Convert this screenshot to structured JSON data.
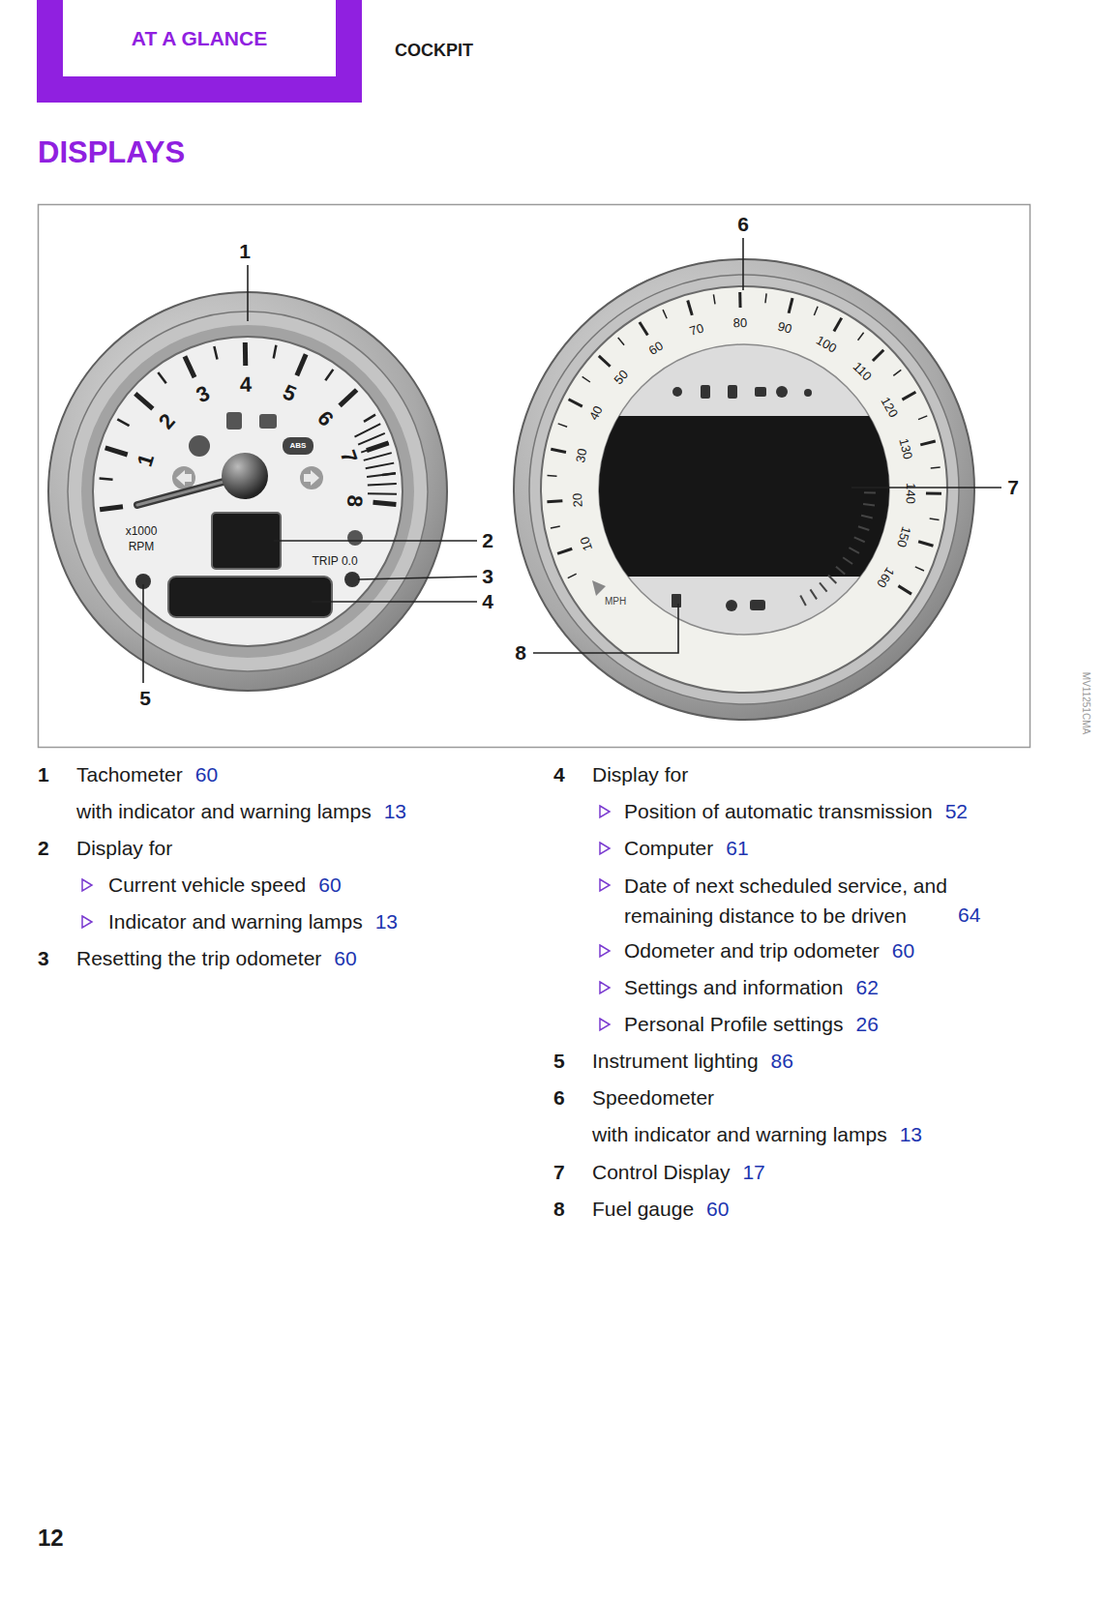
{
  "diagram": {
    "title": "DISPLAYS",
    "nodes": [
      {
        "text": [
          "AT A GLANCE"
        ]
      }
    ],
    "labels": [
      "COCKPIT",
      "1",
      "2",
      "3",
      "4",
      "5",
      "6",
      "7",
      "8",
      "1",
      "2",
      "3",
      "4",
      "5",
      "6",
      "7",
      "8",
      "x1000",
      "RPM",
      "TRIP 0.0",
      "ABS",
      "10",
      "20",
      "30",
      "40",
      "50",
      "60",
      "70",
      "80",
      "90",
      "100",
      "110",
      "120",
      "130",
      "140",
      "150",
      "160",
      "MPH",
      "1",
      "Tachometer",
      "60",
      "with indicator and warning lamps",
      "13",
      "2",
      "Display for",
      "Current vehicle speed",
      "60",
      "Indicator and warning lamps",
      "13",
      "3",
      "Resetting the trip odometer",
      "60",
      "4",
      "Display for",
      "Position of automatic transmission",
      "52",
      "Computer",
      "61",
      "Date of next scheduled service, and remaining distance to be driven",
      "64",
      "Odometer and trip odometer",
      "60",
      "Settings and information",
      "62",
      "Personal Profile settings",
      "26",
      "5",
      "Instrument lighting",
      "86",
      "6",
      "Speedometer",
      "with indicator and warning lamps",
      "13",
      "7",
      "Control Display",
      "17",
      "8",
      "Fuel gauge",
      "60",
      "12",
      "MV11251CMA"
    ]
  }
}
